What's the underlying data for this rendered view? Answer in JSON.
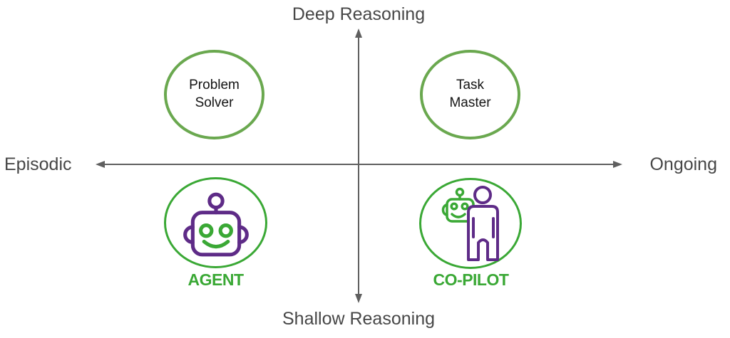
{
  "diagram": {
    "axes": {
      "top_label": "Deep Reasoning",
      "bottom_label": "Shallow Reasoning",
      "left_label": "Episodic",
      "right_label": "Ongoing"
    },
    "quadrants": {
      "top_left": {
        "name": "Problem Solver",
        "line1": "Problem",
        "line2": "Solver"
      },
      "top_right": {
        "name": "Task Master",
        "line1": "Task",
        "line2": "Master"
      },
      "bottom_left": {
        "label": "AGENT",
        "icon": "robot-icon"
      },
      "bottom_right": {
        "label": "CO-PILOT",
        "icon": "robot-and-person-icon"
      }
    },
    "colors": {
      "muted_green": "#6aa84f",
      "bright_green": "#3aa835",
      "purple": "#5e2b87",
      "axis_gray": "#5f5f5f",
      "label_gray": "#474747",
      "node_text": "#141414"
    }
  }
}
